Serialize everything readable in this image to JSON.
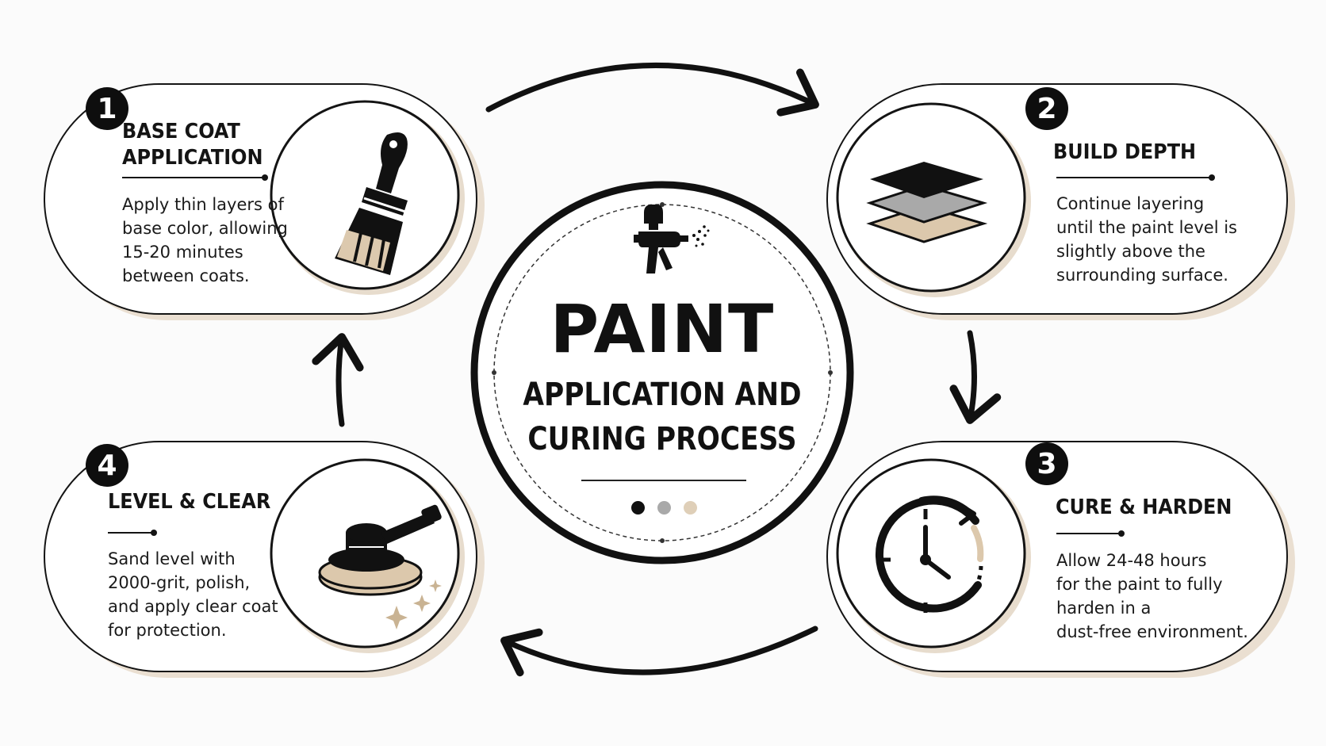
{
  "diagram": {
    "title": "PAINT",
    "subtitle": "APPLICATION AND\nCURING PROCESS",
    "colors": {
      "ink": "#111111",
      "accent_tan": "#dfcfb8",
      "accent_grey": "#a9a9a9",
      "shadow": "#e9dfd2"
    },
    "center_icon": "spray-gun-icon",
    "indicator_dots": [
      "#111111",
      "#a9a9a9",
      "#dfcfb8"
    ]
  },
  "steps": [
    {
      "number": "1",
      "title": "BASE COAT\nAPPLICATION",
      "description": "Apply thin layers of\nbase color, allowing\n15-20 minutes\nbetween coats.",
      "icon": "paint-brush-icon"
    },
    {
      "number": "2",
      "title": "BUILD DEPTH",
      "description": "Continue layering\nuntil the paint level is\nslightly above the\nsurrounding surface.",
      "icon": "layers-icon"
    },
    {
      "number": "3",
      "title": "CURE & HARDEN",
      "description": "Allow 24-48 hours\nfor the paint to fully\nharden in a\ndust-free environment.",
      "icon": "clock-icon"
    },
    {
      "number": "4",
      "title": "LEVEL & CLEAR",
      "description": "Sand level with\n2000-grit, polish,\nand apply clear coat\nfor protection.",
      "icon": "orbital-polisher-icon"
    }
  ]
}
